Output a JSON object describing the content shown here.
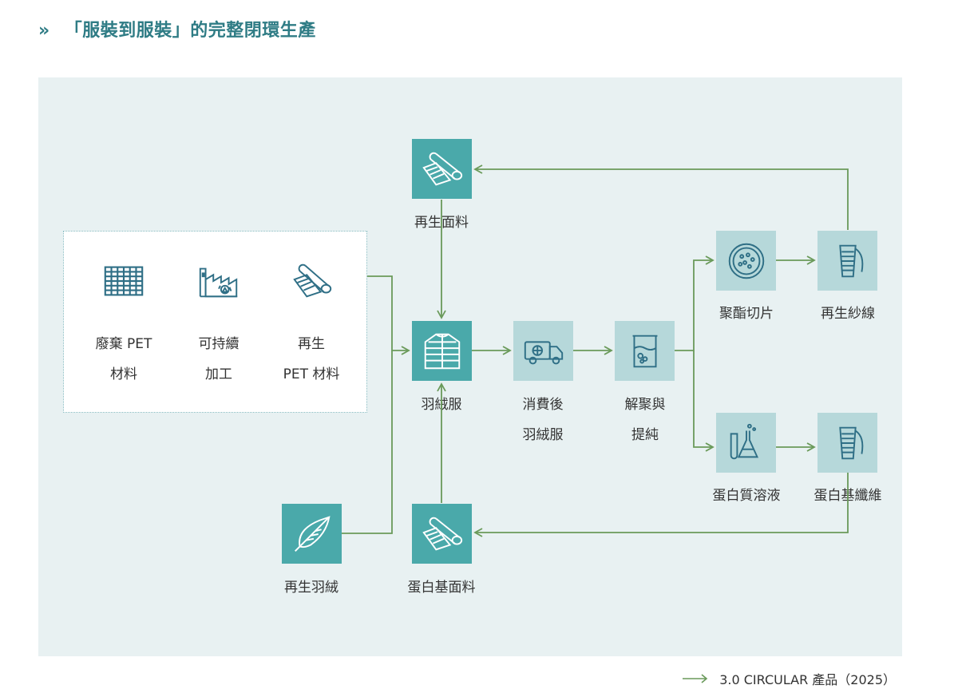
{
  "header": {
    "chevron": "»",
    "title": "「服裝到服裝」的完整閉環生產"
  },
  "inputs": {
    "waste_pet": {
      "line1": "廢棄 PET",
      "line2": "材料",
      "icon": "wall-mesh-icon"
    },
    "sustainable": {
      "line1": "可持續",
      "line2": "加工",
      "icon": "factory-recycle-icon"
    },
    "recycled_pet": {
      "line1": "再生",
      "line2": "PET 材料",
      "icon": "fabric-roll-icon"
    }
  },
  "nodes": {
    "recycled_fabric": "再生面料",
    "down_jacket": "羽絨服",
    "post_consumer": {
      "line1": "消費後",
      "line2": "羽絨服"
    },
    "depolymerize": {
      "line1": "解聚與",
      "line2": "提純"
    },
    "polyester_chips": "聚酯切片",
    "recycled_yarn": "再生紗線",
    "protein_solution": "蛋白質溶液",
    "protein_fiber": "蛋白基纖維",
    "protein_fabric": "蛋白基面料",
    "recycled_down": "再生羽絨"
  },
  "colors": {
    "teal_dark": "#4aa9aa",
    "teal_light": "#b6d8da",
    "panel": "#e8f1f2",
    "arrow": "#6a9a5a",
    "title": "#2f7c85"
  },
  "footer": {
    "text": "3.0  CIRCULAR 產品（2025）"
  }
}
